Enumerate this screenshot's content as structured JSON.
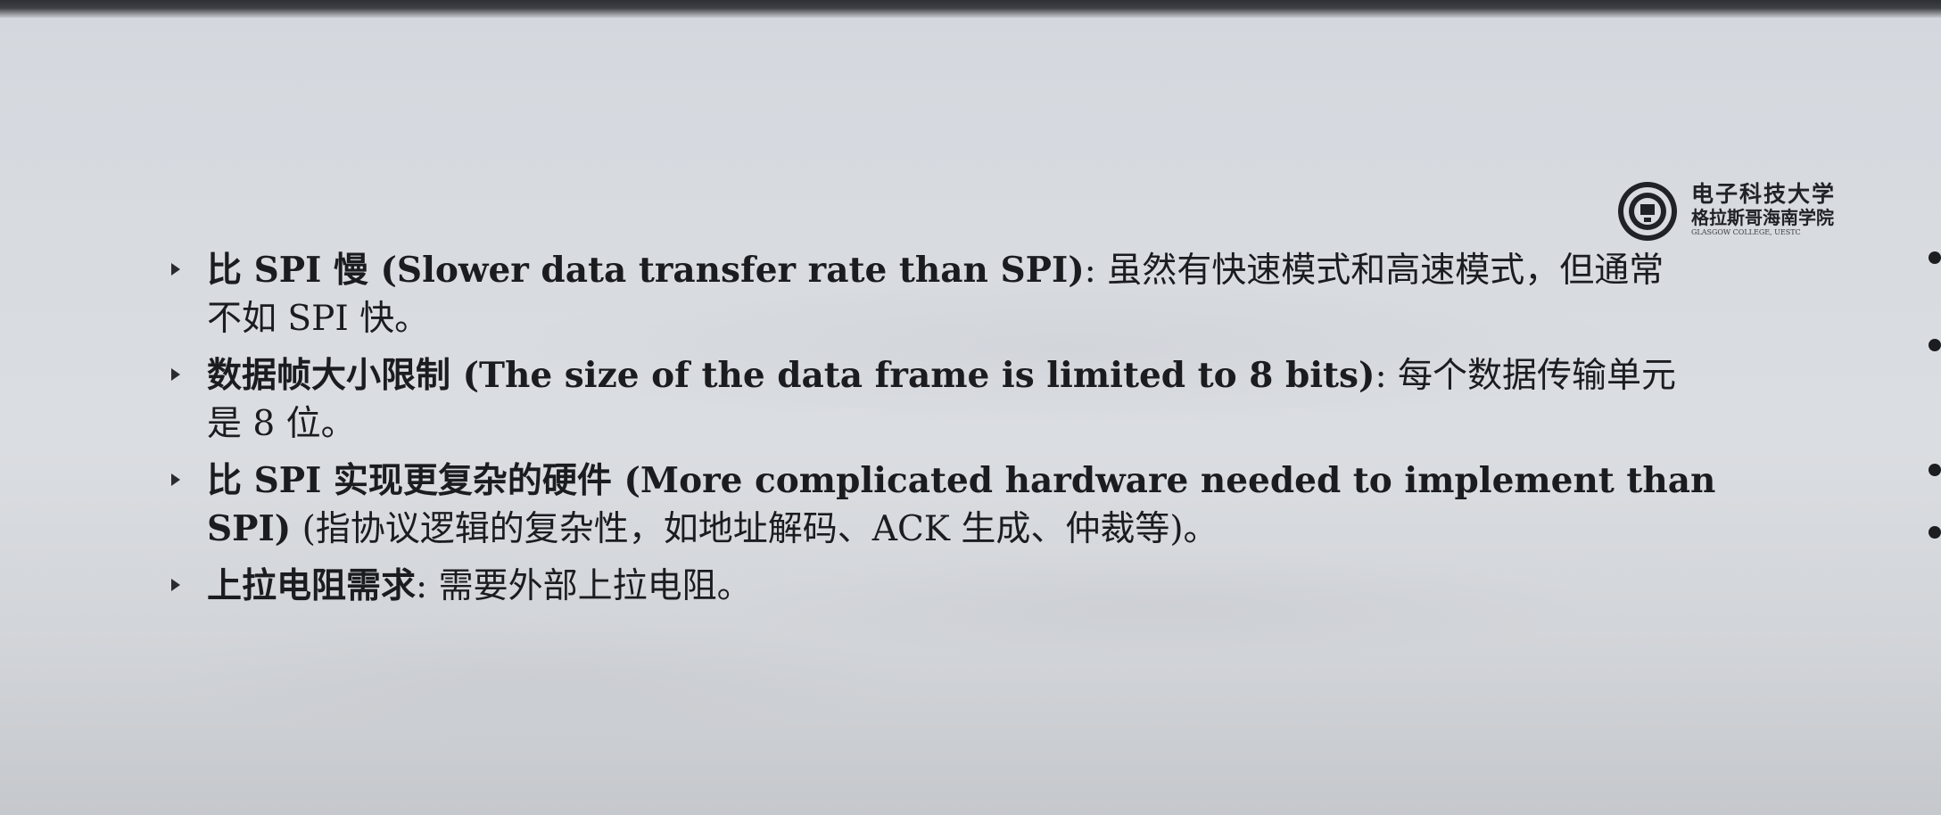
{
  "logo": {
    "line1": "电子科技大学",
    "line2": "格拉斯哥海南学院",
    "line3": "GLASGOW COLLEGE, UESTC"
  },
  "items": [
    {
      "term": "比 SPI 慢 (Slower data transfer rate than SPI)",
      "sep": ": ",
      "line1_rest": "虽然有快速模式和高速模式，但通常",
      "line2": "不如 SPI 快。"
    },
    {
      "term": "数据帧大小限制 (The size of the data frame is limited to 8 bits)",
      "sep": ": ",
      "line1_rest": "每个数据传输单元",
      "line2": "是 8 位。"
    },
    {
      "term": "比 SPI 实现更复杂的硬件 (More complicated hardware needed to implement than",
      "line2_term": "SPI)",
      "line2": " (指协议逻辑的复杂性，如地址解码、ACK 生成、仲裁等)。"
    },
    {
      "term": "上拉电阻需求",
      "sep": ": ",
      "line1_rest": "需要外部上拉电阻。"
    }
  ]
}
